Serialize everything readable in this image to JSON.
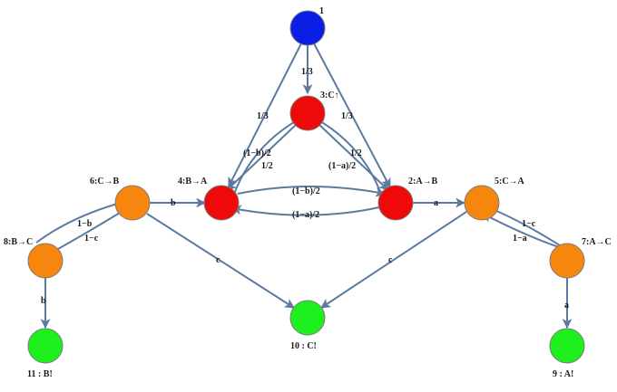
{
  "colors": {
    "start": "#0b1ee6",
    "transient": "#ef0a0a",
    "intermediate": "#f7860e",
    "absorbing": "#1ef01e",
    "edge": "#5c7aa0"
  },
  "nodes": [
    {
      "id": "n1",
      "label": "1",
      "kind": "start"
    },
    {
      "id": "n2",
      "label": "2:A→B",
      "kind": "transient"
    },
    {
      "id": "n3",
      "label": "3:C↑",
      "kind": "transient"
    },
    {
      "id": "n4",
      "label": "4:B→A",
      "kind": "transient"
    },
    {
      "id": "n5",
      "label": "5:C→A",
      "kind": "intermediate"
    },
    {
      "id": "n6",
      "label": "6:C→B",
      "kind": "intermediate"
    },
    {
      "id": "n7",
      "label": "7:A→C",
      "kind": "intermediate"
    },
    {
      "id": "n8",
      "label": "8:B→C",
      "kind": "intermediate"
    },
    {
      "id": "n9",
      "label": "9 : A!",
      "kind": "absorbing"
    },
    {
      "id": "n10",
      "label": "10 : C!",
      "kind": "absorbing"
    },
    {
      "id": "n11",
      "label": "11 : B!",
      "kind": "absorbing"
    }
  ],
  "edges": [
    {
      "id": "e1-3",
      "label": "1/3"
    },
    {
      "id": "e1-4",
      "label": "1/3"
    },
    {
      "id": "e1-2",
      "label": "1/3"
    },
    {
      "id": "e3-4",
      "label": "(1−b)/2"
    },
    {
      "id": "e4-3",
      "label": "1/2"
    },
    {
      "id": "e3-2",
      "label": "1/2"
    },
    {
      "id": "e2-3",
      "label": "(1−a)/2"
    },
    {
      "id": "e4-2",
      "label": "(1−b)/2"
    },
    {
      "id": "e2-4",
      "label": "(1−a)/2"
    },
    {
      "id": "e6-4",
      "label": "b"
    },
    {
      "id": "e2-5",
      "label": "a"
    },
    {
      "id": "e8-6",
      "label": "1−b"
    },
    {
      "id": "e6-8",
      "label": "1−c"
    },
    {
      "id": "e5-7",
      "label": "1−c"
    },
    {
      "id": "e7-5",
      "label": "1−a"
    },
    {
      "id": "e8-11",
      "label": "b"
    },
    {
      "id": "e7-9",
      "label": "a"
    },
    {
      "id": "e6-10",
      "label": "c"
    },
    {
      "id": "e5-10",
      "label": "c"
    }
  ]
}
